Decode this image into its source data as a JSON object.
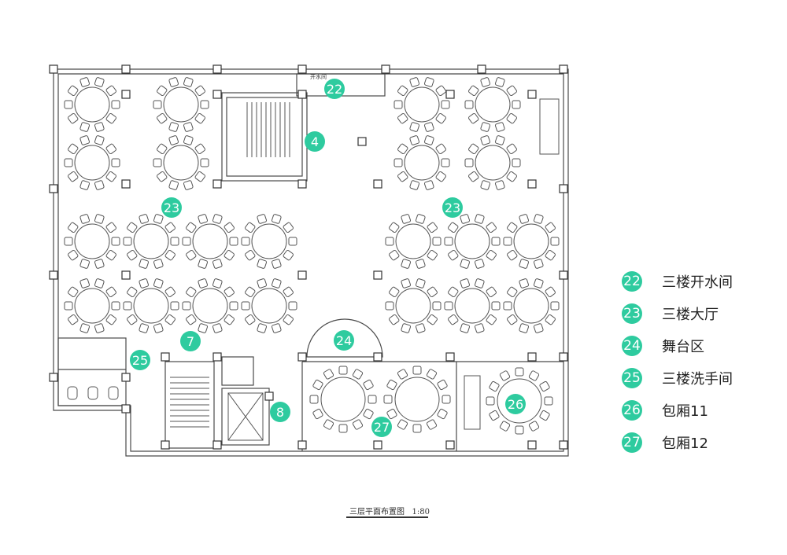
{
  "colors": {
    "badge": "#2ecb9f",
    "line": "#4a4a4a"
  },
  "plan_labels": {
    "water_room_label": "开水间",
    "badge_22": "22",
    "badge_4": "4",
    "badge_23_left": "23",
    "badge_23_right": "23",
    "badge_24": "24",
    "badge_7": "7",
    "badge_25": "25",
    "badge_8": "8",
    "badge_26": "26",
    "badge_27": "27"
  },
  "legend": [
    {
      "num": "22",
      "label": "三楼开水间"
    },
    {
      "num": "23",
      "label": "三楼大厅"
    },
    {
      "num": "24",
      "label": "舞台区"
    },
    {
      "num": "25",
      "label": "三楼洗手间"
    },
    {
      "num": "26",
      "label": "包厢11"
    },
    {
      "num": "27",
      "label": "包厢12"
    }
  ],
  "caption": {
    "title": "三层平面布置图",
    "scale": "1:80"
  }
}
